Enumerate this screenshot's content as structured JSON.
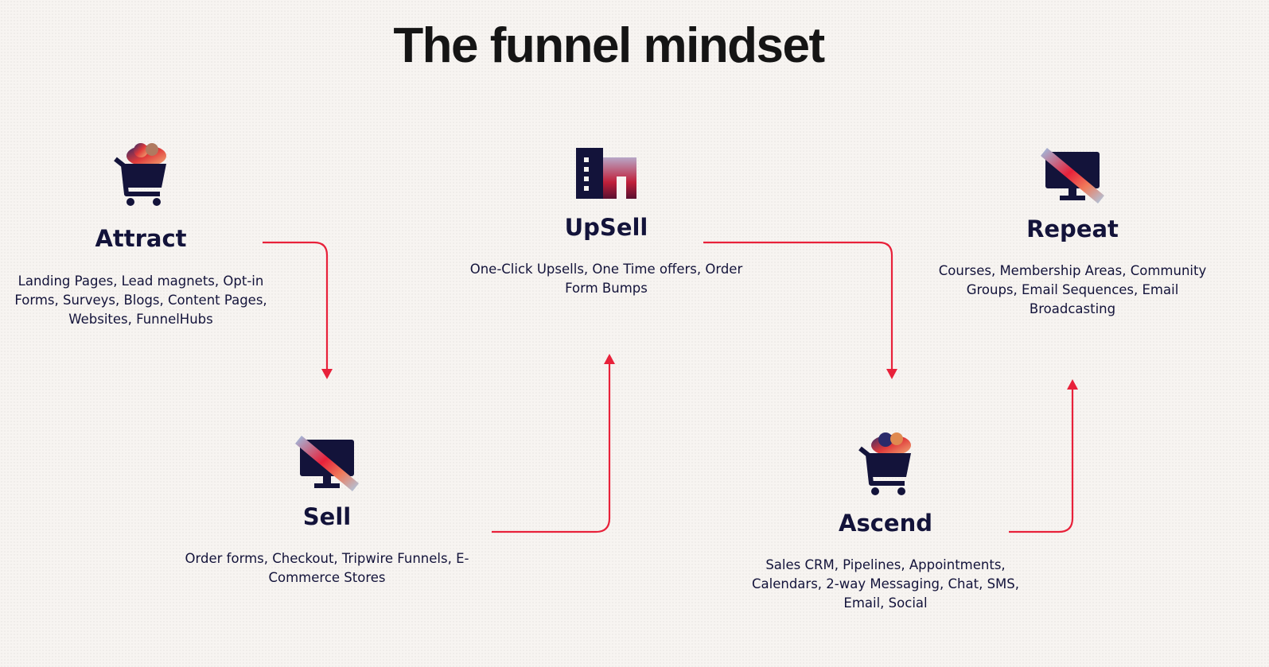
{
  "title": "The funnel mindset",
  "colors": {
    "accent": "#e8213a",
    "text": "#13133a",
    "background": "#f7f4f1"
  },
  "steps": {
    "attract": {
      "icon": "shopping-cart-icon",
      "title": "Attract",
      "description": "Landing Pages, Lead magnets, Opt-in Forms, Surveys, Blogs, Content Pages, Websites, FunnelHubs"
    },
    "sell": {
      "icon": "monitor-icon",
      "title": "Sell",
      "description": "Order forms, Checkout, Tripwire Funnels, E-Commerce Stores"
    },
    "upsell": {
      "icon": "building-icon",
      "title": "UpSell",
      "description": "One-Click Upsells, One Time offers, Order Form Bumps"
    },
    "ascend": {
      "icon": "shopping-cart-icon",
      "title": "Ascend",
      "description": "Sales CRM, Pipelines, Appointments, Calendars, 2-way Messaging, Chat, SMS, Email, Social"
    },
    "repeat": {
      "icon": "monitor-icon",
      "title": "Repeat",
      "description": "Courses, Membership Areas, Community Groups, Email Sequences, Email Broadcasting"
    }
  }
}
